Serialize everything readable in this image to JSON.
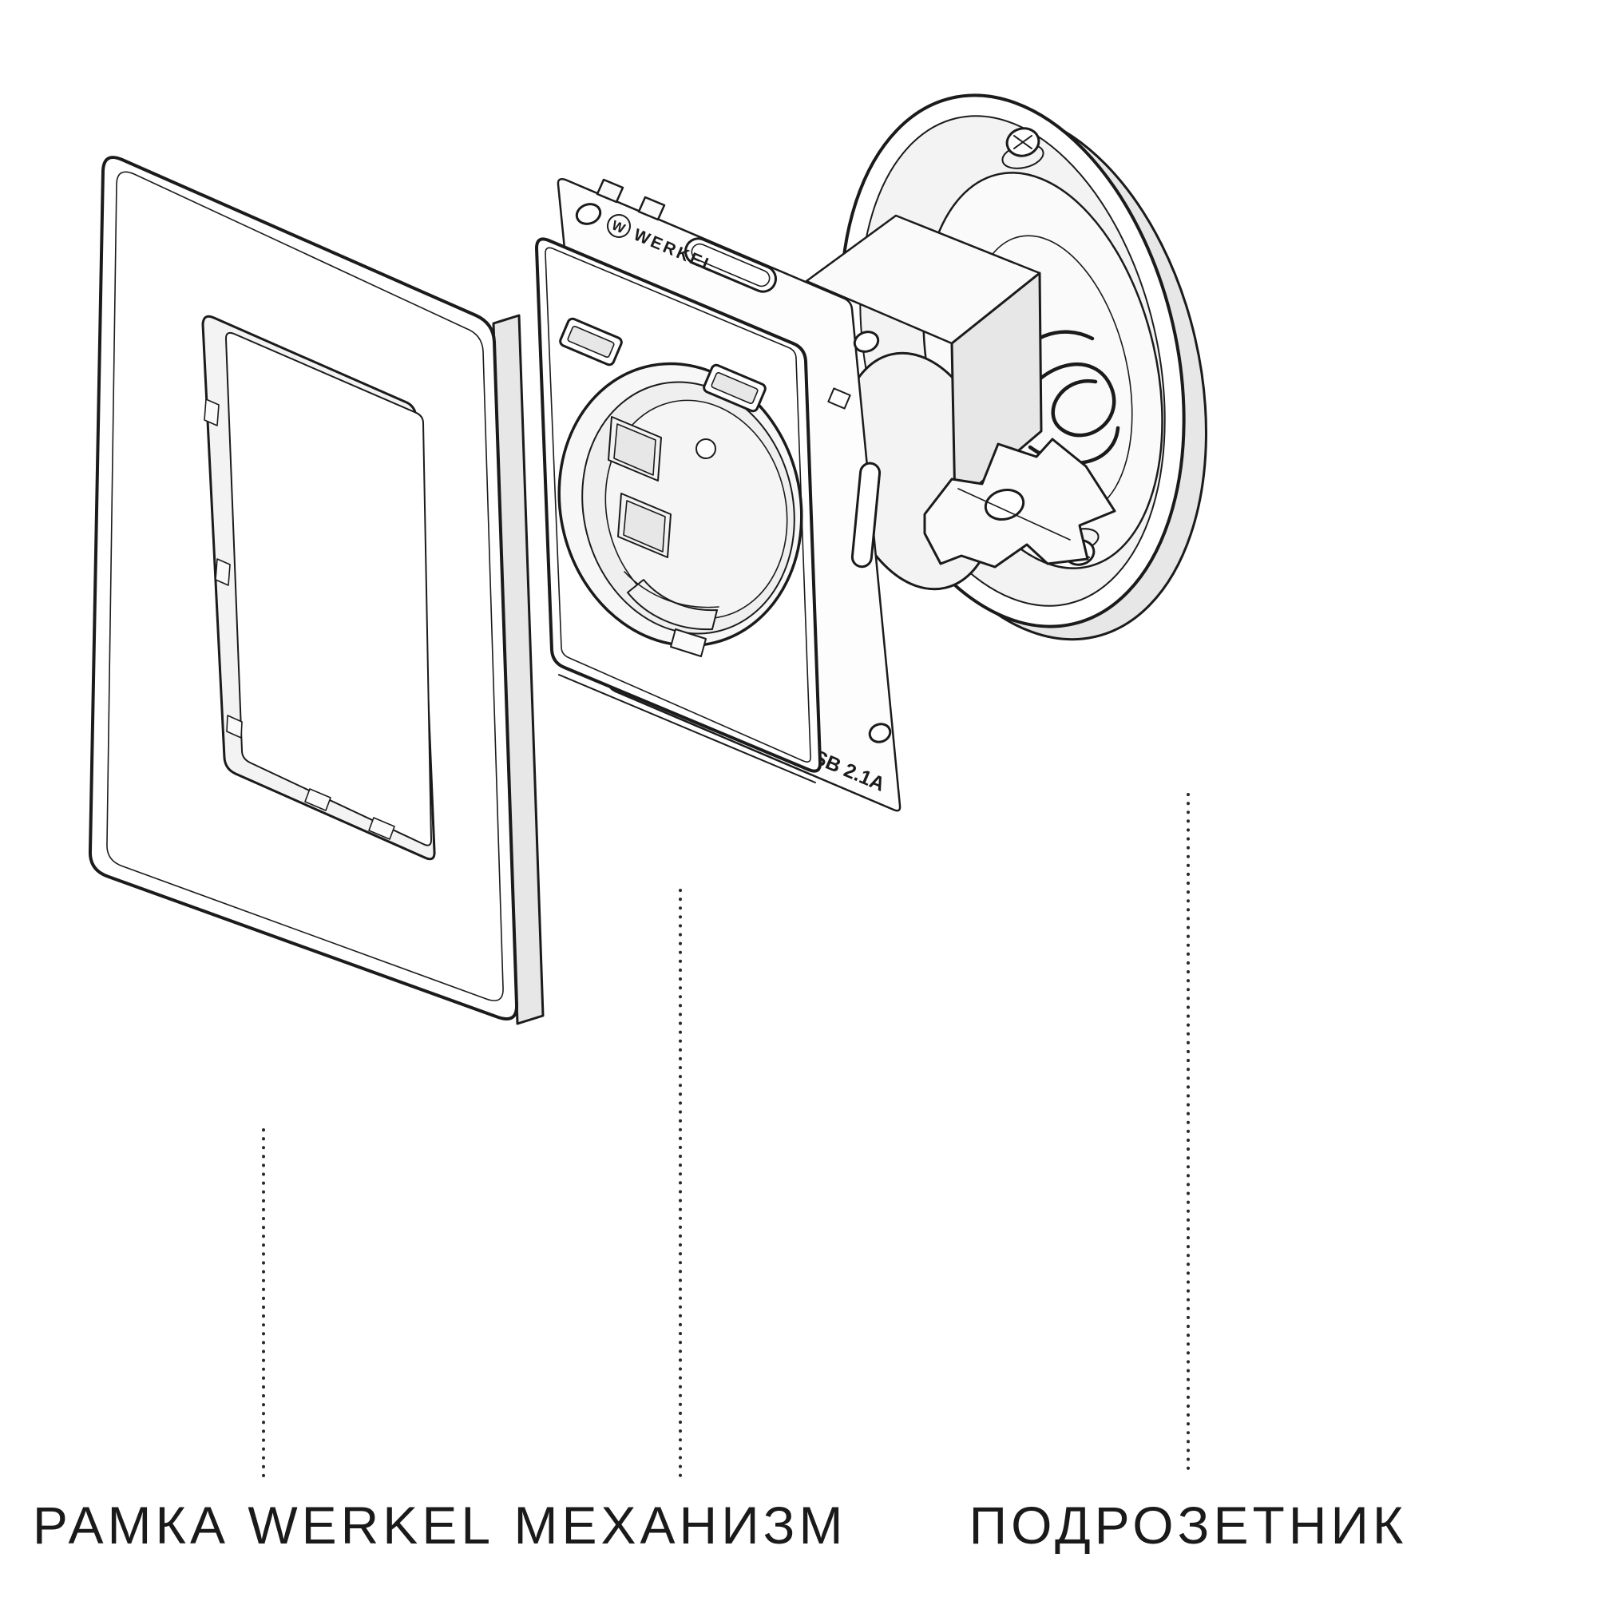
{
  "diagram": {
    "type": "exploded-view",
    "subject": "werkel-socket-installation",
    "parts": [
      {
        "id": "frame",
        "label": "РАМКА WERKEL"
      },
      {
        "id": "mechanism",
        "label": "МЕХАНИЗМ"
      },
      {
        "id": "wall-box",
        "label": "ПОДРОЗЕТНИК"
      }
    ],
    "engravings": {
      "brand_monogram": "W",
      "brand": "WERKEL",
      "usb": "USB 2.1A"
    },
    "colors": {
      "line": "#1b1b1b",
      "paper": "#ffffff",
      "shade_light": "#f3f3f3",
      "shade_mid": "#e7e7e7"
    }
  }
}
